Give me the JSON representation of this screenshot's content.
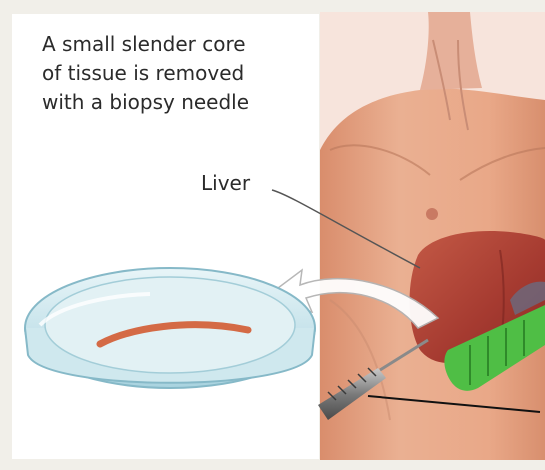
{
  "caption": {
    "line1": "A small slender core",
    "line2": "of tissue is removed",
    "line3": "with a biopsy needle"
  },
  "labels": {
    "liver": "Liver"
  },
  "colors": {
    "background": "#f1efe9",
    "skin": "#e7a484",
    "liver": "#b3473a",
    "needle_handle": "#4fbe45",
    "tissue_core": "#d46a45",
    "dish": "#bfe0e8"
  }
}
